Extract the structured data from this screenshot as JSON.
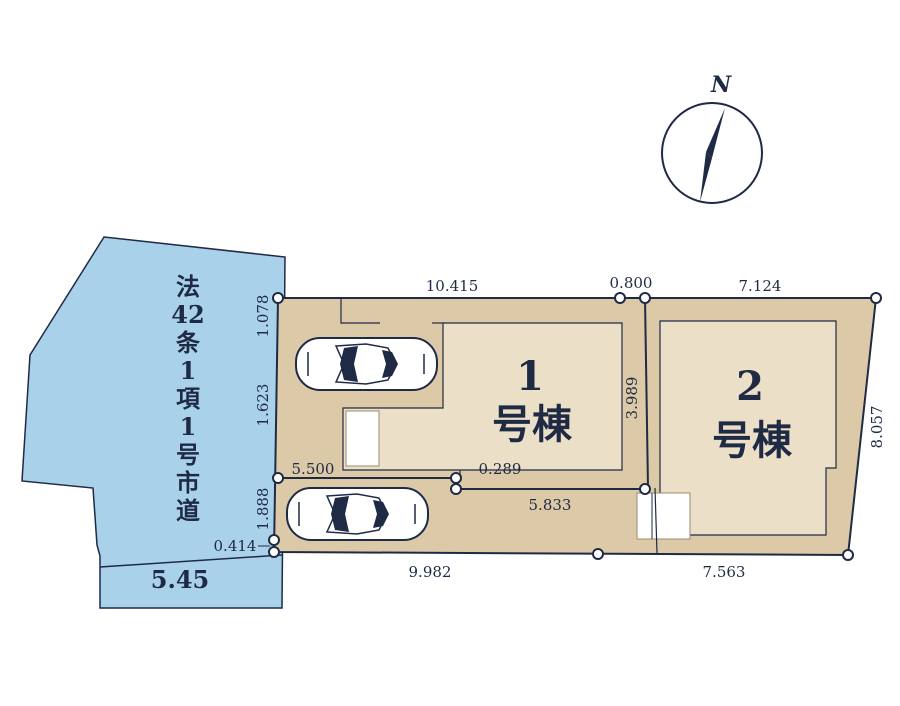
{
  "compass": {
    "label": "N"
  },
  "road": {
    "label_lines": [
      "法",
      "42",
      "条",
      "1",
      "項",
      "1",
      "号",
      "市",
      "道"
    ],
    "width": "5.45"
  },
  "buildings": [
    {
      "number": "1",
      "name": "号棟"
    },
    {
      "number": "2",
      "name": "号棟"
    }
  ],
  "dimensions": {
    "top_1": "10.415",
    "top_2": "0.800",
    "top_3": "7.124",
    "right_side": "8.057",
    "bottom_1": "9.982",
    "bottom_2": "7.563",
    "left_1": "1.078",
    "left_2": "1.623",
    "left_3": "1.888",
    "corner": "0.414",
    "mid_1": "5.500",
    "mid_2": "0.289",
    "mid_3": "5.833",
    "lot1_depth": "3.989"
  },
  "colors": {
    "lot": "#dcc9a8",
    "building_footprint": "#ecdfc8",
    "road": "#a9d1ea",
    "ink": "#1f2a44"
  }
}
